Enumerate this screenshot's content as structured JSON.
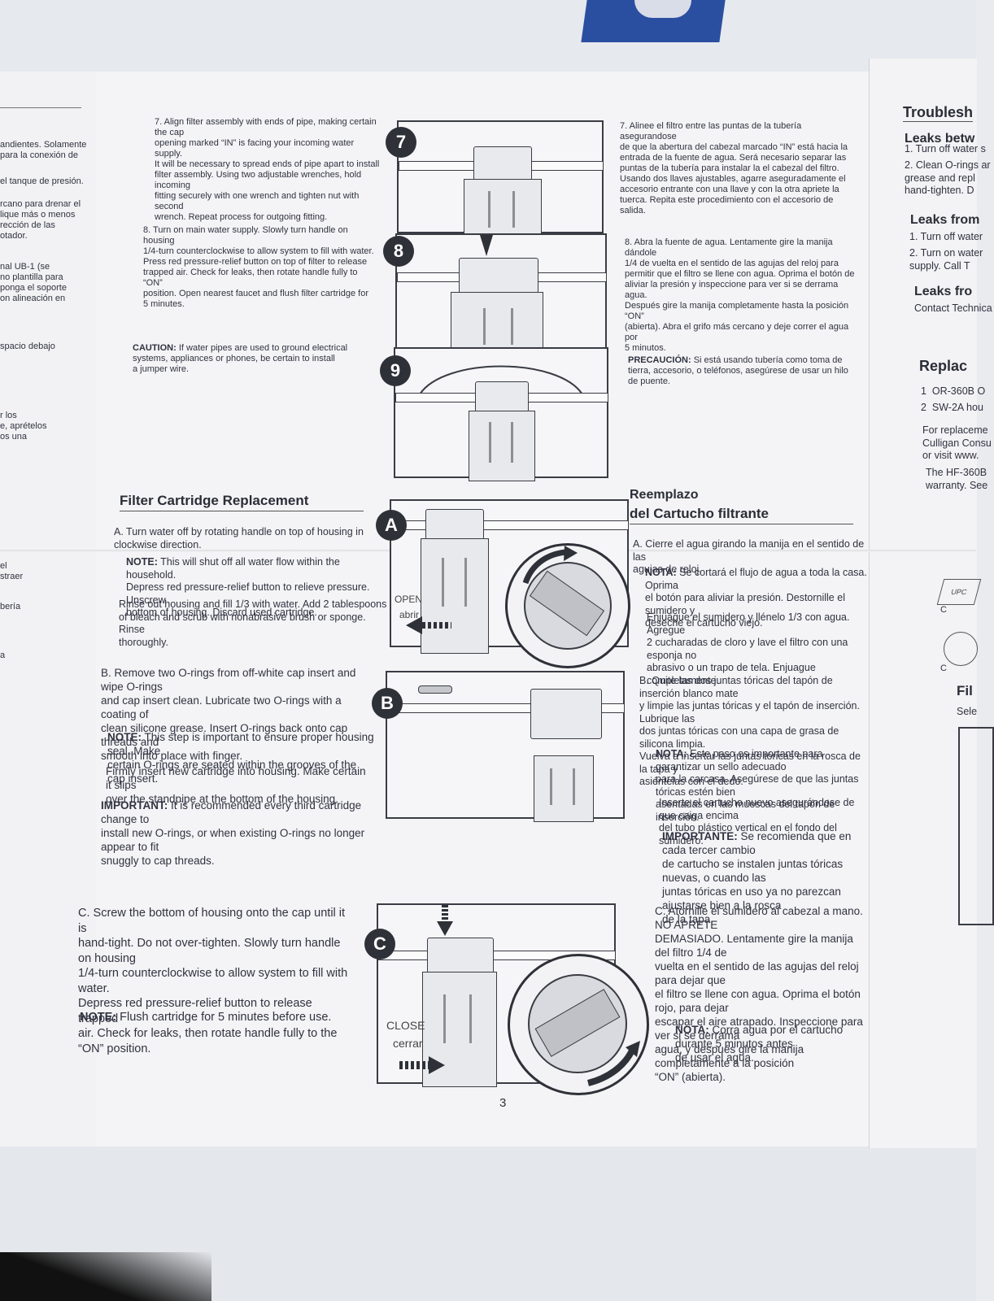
{
  "left_col": {
    "lines": [
      "andientes. Solamente\npara la conexión de",
      "el tanque de presión.",
      "rcano para drenar el\nlique más o menos\nrección de las\notador.",
      "nal UB-1 (se\nno plantilla para\nponga el soporte\non alineación en",
      "spacio debajo",
      "r los\ne, aprételos\nos una",
      "el\nstraer",
      "bería",
      "a"
    ]
  },
  "en": {
    "step7": "7. Align filter assembly with ends of pipe, making certain the cap\nopening marked “IN” is facing your incoming water supply.\nIt will be necessary to spread ends of pipe apart to install\nfilter assembly. Using two adjustable wrenches, hold incoming\nfitting securely with one wrench and tighten nut with second\nwrench. Repeat process for outgoing fitting.",
    "step8": "8. Turn on main water supply. Slowly turn handle on housing\n1/4-turn counterclockwise to allow system to fill with water.\nPress red pressure-relief button on top of filter to release\ntrapped air. Check for leaks, then rotate handle fully to “ON”\nposition. Open nearest faucet and flush filter cartridge for\n5 minutes.",
    "step9_label": "CAUTION:",
    "step9": "If water pipes are used to ground electrical\nsystems, appliances or phones, be certain to install\na jumper wire.",
    "heading": "Filter Cartridge Replacement",
    "a1": "A. Turn water off by rotating handle on top of housing in\nclockwise direction.",
    "a_note_label": "NOTE:",
    "a_note": "This will shut off all water flow within the household.\nDepress red pressure-relief button to relieve pressure. Unscrew\nbottom of housing. Discard used cartridge.",
    "a2": "Rinse out housing and fill 1/3 with water. Add 2 tablespoons\nof bleach and scrub with nonabrasive brush or sponge. Rinse\nthoroughly.",
    "b1": "B. Remove two O-rings from off-white cap insert and wipe O-rings\nand cap insert clean. Lubricate two O-rings with a coating of\nclean silicone grease. Insert O-rings back onto cap threads and\nsmooth into place with finger.",
    "b_note_label": "NOTE:",
    "b_note": "This step is important to ensure proper housing seal. Make\ncertain O-rings are seated within the grooves of the cap insert.",
    "b2": "Firmly insert new cartridge into housing. Make certain it slips\nover the standpipe at the bottom of the housing.",
    "b_imp_label": "IMPORTANT:",
    "b_imp": "It is recommended every third cartridge change to\ninstall new O-rings, or when existing O-rings no longer appear to fit\nsnuggly to cap threads.",
    "c1": "C. Screw the bottom of housing onto the cap until it is\nhand-tight. Do not over-tighten. Slowly turn handle on housing\n1/4-turn counterclockwise to allow system to fill with water.\nDepress red pressure-relief button to release trapped\nair. Check for leaks, then rotate handle fully to the\n“ON” position.",
    "c_note_label": "NOTE:",
    "c_note": "Flush cartridge for 5 minutes before use."
  },
  "es": {
    "step7": "7. Alinee el filtro entre las puntas de la tubería asegurandose\nde que la abertura del cabezal marcado “IN” está hacia la\nentrada de la fuente de agua. Será necesario separar las\npuntas de la tubería para instalar la el cabezal del filtro.\nUsando dos llaves ajustables, agarre aseguradamente el\naccesorio entrante con una llave y con la otra apriete la\ntuerca. Repita este procedimiento con el accesorio de salida.",
    "step8": "8. Abra la fuente de agua. Lentamente gire la manija dándole\n1/4 de vuelta en el sentido de las agujas del reloj para\npermitir que el filtro se llene con agua. Oprima el botón de\naliviar la presión y inspeccione para ver si se derrama agua.\nDespués gire la manija completamente hasta la posición “ON”\n(abierta). Abra el grifo más cercano y deje correr el agua por\n5 minutos.",
    "step9_label": "PRECAUCIÓN:",
    "step9": "Si está usando tubería como toma de\ntierra, accesorio, o teléfonos, asegúrese de usar un hilo\nde puente.",
    "heading1": "Reemplazo",
    "heading2": "del Cartucho filtrante",
    "a1": "A. Cierre el agua girando la manija en el sentido de las\nagujas de reloj.",
    "a_note_label": "NOTA:",
    "a_note": "Se cortará el flujo de agua a toda la casa. Oprima\nel botón para aliviar la presión. Destornille el sumidero y\ndeseche el cartucho viejo.",
    "a2": "Enjuague el sumidero y llénelo 1/3 con agua. Agregue\n2 cucharadas de cloro y lave el filtro con una esponja no\nabrasivo o un trapo de tela. Enjuague completamente.",
    "b1": "B. Quite las dos juntas tóricas del tapón de inserción blanco mate\ny limpie las juntas tóricas y el tapón de inserción. Lubrique las\ndos juntas tóricas con una capa de grasa de silicona limpia.\nVuelva a insertar las juntas tóricas en la rosca de la tapa y\nasiéntelas con el dedo.",
    "b_note_label": "NOTA:",
    "b_note": "Este paso es importante para garantizar un sello adecuado\npara la carcasa. Asegúrese de que las juntas tóricas estén bien\nasentadas en las muescas del tapón de inserción.",
    "b2": "Inserte el cartucho nuevo asegurándose de que caiga encima\ndel tubo plástico vertical en el fondo del sumidero.",
    "b_imp_label": "IMPORTANTE:",
    "b_imp": "Se recomienda que en cada tercer cambio\nde cartucho se instalen juntas tóricas nuevas, o cuando las\njuntas tóricas en uso ya no parezcan ajustarse bien a la rosca\nde la tapa.",
    "c1": "C. Atornille el sumidero al cabezal a mano. NO APRETE\nDEMASIADO. Lentamente gire la manija del filtro 1/4 de\nvuelta en el sentido de las agujas del reloj para dejar que\nel filtro se llene con agua. Oprima el botón rojo, para dejar\nescapar el aire atrapado. Inspeccione para ver si se derrama\nagua, y después gire la manija completamente a la posición\n“ON” (abierta).",
    "c_note_label": "NOTA:",
    "c_note": "Corra agua por el cartucho durante 5 minutos antes\nde usar el agua."
  },
  "figures": {
    "badge7": "7",
    "badge8": "8",
    "badge9": "9",
    "badgeA": "A",
    "badgeB": "B",
    "badgeC": "C",
    "open1": "OPEN",
    "open2": "abrir",
    "close1": "CLOSE",
    "close2": "cerrar"
  },
  "page_number": "3",
  "right_col": {
    "title": "Troublesh",
    "leaks_between": "Leaks betw",
    "lb1": "1. Turn off water s",
    "lb2": "2. Clean O-rings ar\ngrease and repl\nhand-tighten. D",
    "leaks_from": "Leaks from",
    "lf1": "1. Turn off water",
    "lf2": "2. Turn on water\nsupply. Call T",
    "leaks_fro2": "Leaks fro",
    "contact": "Contact Technica",
    "replace": "Replac",
    "r1": "1  OR-360B O",
    "r2": "2  SW-2A hou",
    "for_rep": "For replaceme\nCulligan Consu\nor visit www.",
    "hf": "The HF-360B\nwarranty. See",
    "upc": "UPC",
    "c1": "C",
    "c2": "C",
    "fil": "Fil",
    "sele": "Sele"
  }
}
